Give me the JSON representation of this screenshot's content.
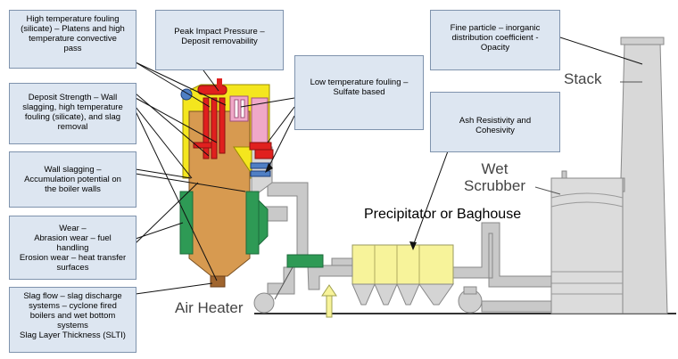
{
  "callouts": {
    "high_temp_fouling": "High temperature fouling\n(silicate) – Platens and high\ntemperature convective\npass",
    "peak_impact": "Peak Impact Pressure –\nDeposit removability",
    "low_temp_fouling": "Low temperature fouling –\nSulfate based",
    "fine_particle": "Fine particle – inorganic\ndistribution coefficient -\nOpacity",
    "deposit_strength": "Deposit Strength – Wall\nslagging, high temperature\nfouling (silicate), and slag\nremoval",
    "ash_resistivity": "Ash Resistivity and\nCohesivity",
    "wall_slagging": "Wall slagging –\nAccumulation potential on\nthe boiler walls",
    "wear": "Wear –\nAbrasion wear – fuel\nhandling\nErosion wear – heat transfer\nsurfaces",
    "slag_flow": "Slag flow – slag discharge\nsystems – cyclone fired\nboilers and wet bottom\nsystems\nSlag Layer Thickness (SLTI)"
  },
  "labels": {
    "stack": "Stack",
    "wet_scrubber": "Wet\nScrubber",
    "precipitator": "Precipitator or Baghouse",
    "air_heater": "Air Heater"
  },
  "colors": {
    "callout_fill": "#dde6f1",
    "boiler_body": "#d79a50",
    "boiler_top": "#f4e61e",
    "burner": "#2e9a55",
    "tube_red": "#e0201e",
    "tube_pink": "#f0a8c8",
    "economizer_blue": "#4f7fc4",
    "duct_gray": "#c9c9c9",
    "precipitator_yellow": "#f7f39a"
  }
}
